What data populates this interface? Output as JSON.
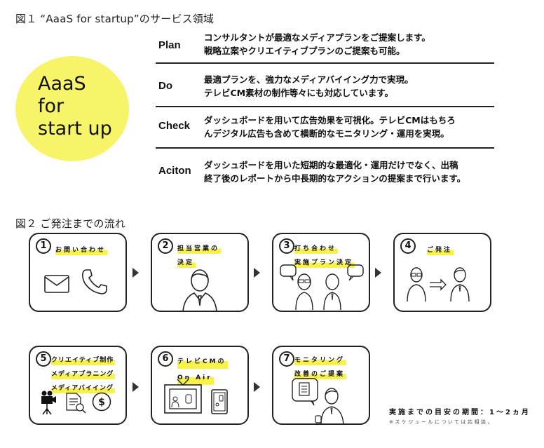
{
  "figure1": {
    "title": "図１ “AaaS for startup”のサービス領域",
    "circle_text": "AaaS\nfor\nstart up",
    "circle_color": "#f7f46a",
    "rows": [
      {
        "label": "Plan",
        "lines": [
          "コンサルタントが最適なメディアプランをご提案します。",
          "戦略立案やクリエイティブプランのご提案も可能。"
        ]
      },
      {
        "label": "Do",
        "lines": [
          "最適プランを、強力なメディアバイイング力で実現。",
          "テレビCM素材の制作等々にも対応しています。"
        ]
      },
      {
        "label": "Check",
        "lines": [
          "ダッシュボードを用いて広告効果を可視化。テレビCMはもちろ",
          "んデジタル広告も含めて横断的なモニタリング・運用を実現。"
        ]
      },
      {
        "label": "Aciton",
        "lines": [
          "ダッシュボードを用いた短期的な最適化・運用だけでなく、出稿",
          "終了後のレポートから中長期的なアクションの提案まで行います。"
        ]
      }
    ]
  },
  "figure2": {
    "title": "図２ ご発注までの流れ",
    "highlight_color": "#f7f14a",
    "steps": [
      {
        "num": "1",
        "lines": [
          "お問い合わせ"
        ],
        "icons": [
          "envelope-icon",
          "phone-icon"
        ]
      },
      {
        "num": "2",
        "lines": [
          "担当営業の",
          "決定"
        ],
        "icons": [
          "salesperson-icon"
        ]
      },
      {
        "num": "3",
        "lines": [
          "打ち合わせ",
          "実施プラン決定"
        ],
        "icons": [
          "meeting-people-icon"
        ]
      },
      {
        "num": "4",
        "lines": [
          "ご発注"
        ],
        "icons": [
          "client-icon",
          "right-arrow-icon",
          "salesperson-icon"
        ]
      },
      {
        "num": "5",
        "lines": [
          "クリエイティブ制作",
          "メディアプラニング",
          "メディアバイイング"
        ],
        "icons": [
          "video-camera-icon",
          "report-search-icon",
          "dollar-icon"
        ]
      },
      {
        "num": "6",
        "lines": [
          "テレビCMの",
          "On Air"
        ],
        "icons": [
          "tv-icon",
          "smartphone-icon"
        ]
      },
      {
        "num": "7",
        "lines": [
          "モニタリング",
          "改善のご提案"
        ],
        "icons": [
          "document-bubble-icon",
          "salesperson-icon"
        ]
      }
    ],
    "note": {
      "period": "実施までの目安の期間：1～2ヵ月",
      "schedule": "※スケジュールについては応相談。"
    }
  }
}
